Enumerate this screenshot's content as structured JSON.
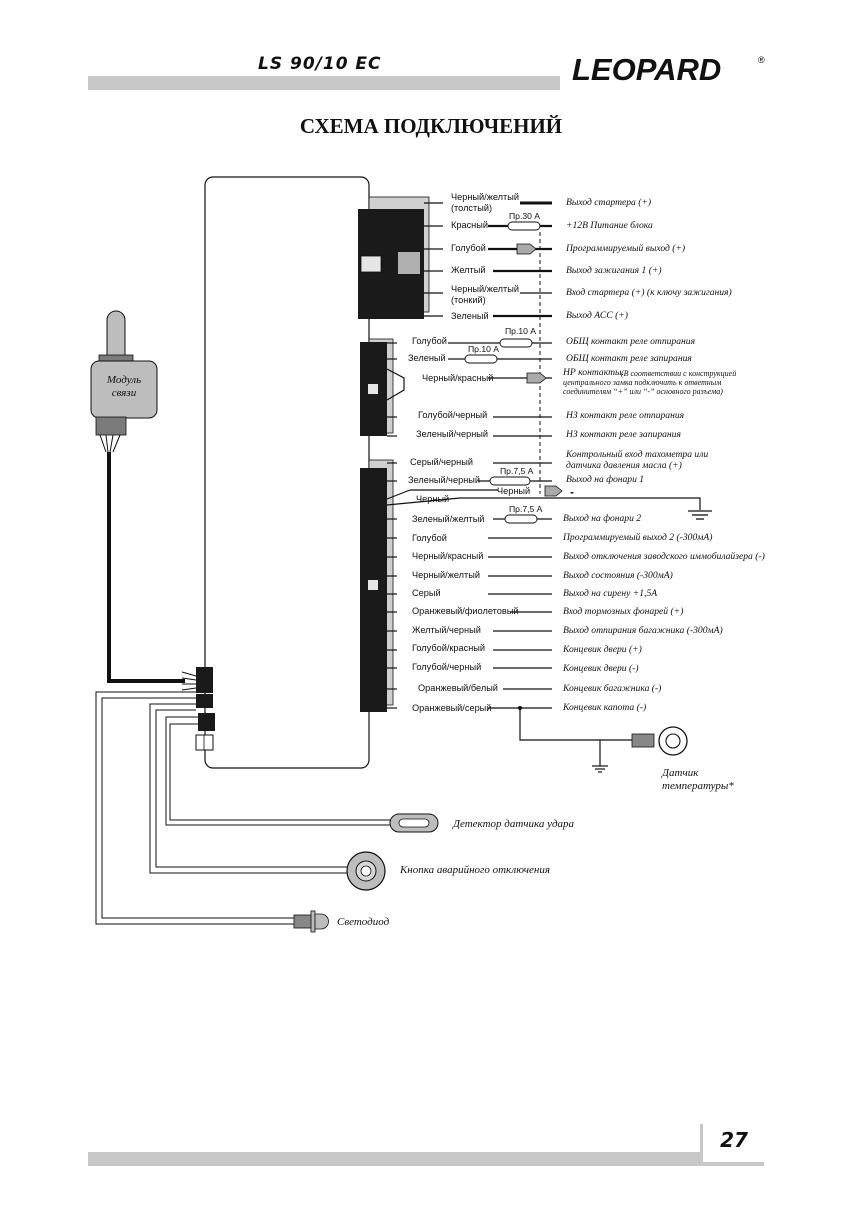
{
  "header": {
    "model": "LS 90/10 EC",
    "logo": "LEOPARD",
    "logo_reg": "®"
  },
  "title": "СХЕМА ПОДКЛЮЧЕНИЙ",
  "module": {
    "label_line1": "Модуль",
    "label_line2": "связи"
  },
  "connector1": [
    {
      "wire": "Черный/желтый",
      "wire2": "(толстый)",
      "function": "Выход стартера (+)"
    },
    {
      "wire": "Красный",
      "fuse": "Пр.30 А",
      "function": "+12В Питание блока"
    },
    {
      "wire": "Голубой",
      "function": "Программируемый выход (+)"
    },
    {
      "wire": "Желтый",
      "function": "Выход зажигания 1 (+)"
    },
    {
      "wire": "Черный/желтый",
      "wire2": "(тонкий)",
      "function": "Вход стартера (+) (к ключу зажигания)"
    },
    {
      "wire": "Зеленый",
      "function": "Выход АСС (+)"
    }
  ],
  "connector2": [
    {
      "wire": "Голубой",
      "fuse": "Пр.10 А",
      "function": "ОБЩ контакт реле отпирания"
    },
    {
      "wire": "Зеленый",
      "fuse": "Пр.10 А",
      "function": "ОБЩ контакт реле запирания"
    },
    {
      "wire": "Черный/красный",
      "function": "НР контакты.",
      "note": "(В соответствии с конструкцией центрального замка подключить к ответным соединителям “+” или “-” основного разъема)"
    },
    {
      "wire": "Голубой/черный",
      "function": "НЗ контакт реле отпирания"
    },
    {
      "wire": "Зеленый/черный",
      "function": "НЗ контакт реле запирания"
    }
  ],
  "connector3": [
    {
      "wire": "Серый/черный",
      "function": "Контрольный вход тахометра или",
      "function2": "датчика давления масла (+)"
    },
    {
      "wire": "Зеленый/черный",
      "fuse": "Пр.7,5 А",
      "function": "Выход на фонари 1"
    },
    {
      "wire": "Черный",
      "function": ""
    },
    {
      "wire": "Зеленый/желтый",
      "fuse": "Пр.7,5 А",
      "function": "Выход на фонари 2"
    },
    {
      "wire": "Голубой",
      "function": "Программируемый выход 2 (-300мА)"
    },
    {
      "wire": "Черный/красный",
      "function": "Выход отключения заводского иммобилайзера (-)"
    },
    {
      "wire": "Черный/желтый",
      "function": "Выход состояния (-300мА)"
    },
    {
      "wire": "Серый",
      "function": "Выход на сирену +1,5А"
    },
    {
      "wire": "Оранжевый/фиолетовый",
      "function": "Вход тормозных фонарей (+)"
    },
    {
      "wire": "Желтый/черный",
      "function": "Выход отпирания багажника (-300мА)"
    },
    {
      "wire": "Голубой/красный",
      "function": "Концевик двери (+)"
    },
    {
      "wire": "Голубой/черный",
      "function": "Концевик двери (-)"
    },
    {
      "wire": "Оранжевый/белый",
      "function": "Концевик багажника (-)"
    },
    {
      "wire": "Оранжевый/серый",
      "function": "Концевик капота (-)"
    }
  ],
  "loop": {
    "wire": "Черный",
    "minus": "-"
  },
  "temp_sensor": {
    "line1": "Датчик",
    "line2": "температуры*"
  },
  "devices": {
    "shock": "Детектор датчика удара",
    "emergency": "Кнопка аварийного отключения",
    "led": "Светодиод"
  },
  "footer": {
    "page": "27"
  }
}
